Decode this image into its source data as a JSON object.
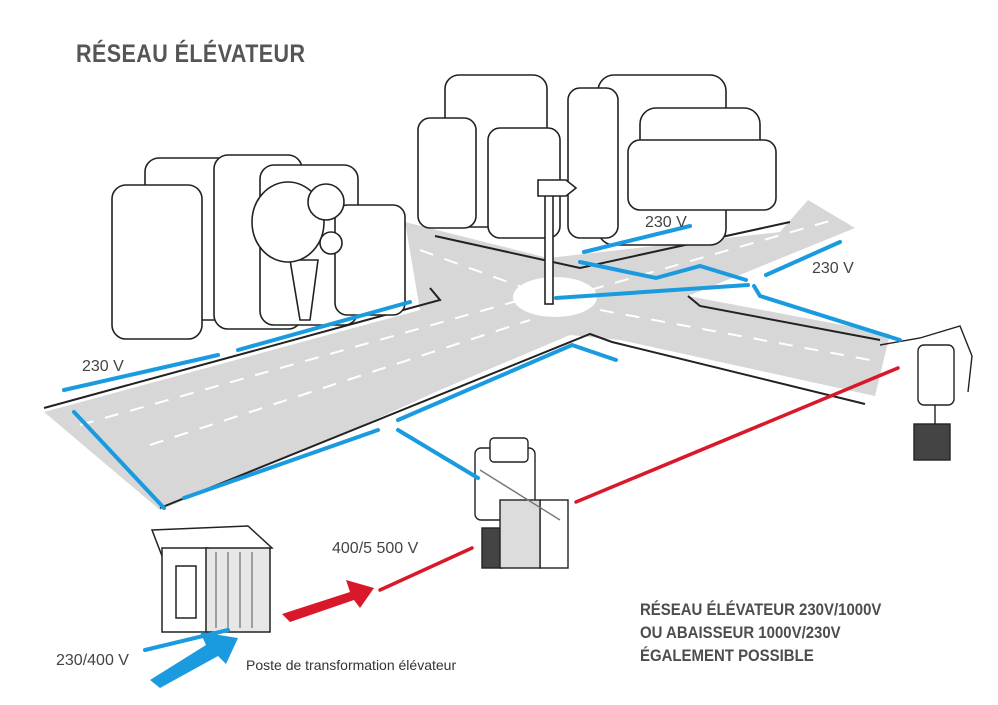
{
  "diagram": {
    "title": "RÉSEAU ÉLÉVATEUR",
    "labels": {
      "v230_left": "230 V",
      "v230_top": "230 V",
      "v230_right": "230 V",
      "v400_5500": "400/5 500 V",
      "v230_400": "230/400 V",
      "substation": "Poste de transformation élévateur"
    },
    "note_lines": [
      "RÉSEAU ÉLÉVATEUR 230V/1000V",
      "OU ABAISSEUR 1000V/230V",
      "ÉGALEMENT POSSIBLE"
    ],
    "colors": {
      "low_voltage": "#1a9be0",
      "high_voltage": "#d9182a",
      "road": "#d7d7d7",
      "text": "#4a4a4a"
    }
  }
}
